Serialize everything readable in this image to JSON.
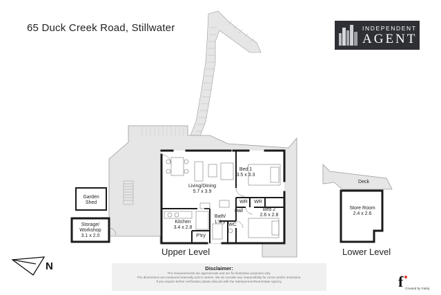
{
  "title": "65 Duck Creek Road, Stillwater",
  "logo": {
    "top_text": "INDEPENDENT",
    "bottom_text": "AGENT"
  },
  "levels": {
    "upper": "Upper Level",
    "lower": "Lower Level"
  },
  "rooms": {
    "living": {
      "name": "Living/Dining",
      "dims": "5.7 x 3.9"
    },
    "bed1": {
      "name": "Bed 1",
      "dims": "3.5 x 3.3"
    },
    "bed2": {
      "name": "Bed 2",
      "dims": "2.6 x 2.8"
    },
    "kitchen": {
      "name": "Kitchen",
      "dims": "3.4 x 2.8"
    },
    "hall": {
      "name": "Hall"
    },
    "wr1": {
      "name": "WR"
    },
    "wr2": {
      "name": "WR"
    },
    "wc": {
      "name": "WC"
    },
    "bath": {
      "name": "Bath/\nL'dry"
    },
    "ptry": {
      "name": "P'try"
    },
    "shed": {
      "name": "Garden\nShed"
    },
    "storage": {
      "name": "Storage/\nWorkshop",
      "dims": "3.1 x 2.0"
    },
    "deck": {
      "name": "Deck"
    },
    "store_room": {
      "name": "Store Room",
      "dims": "2.4 x 2.6"
    }
  },
  "compass": {
    "label": "N"
  },
  "disclaimer": {
    "title": "Disclaimer:",
    "line1": "The measurements are approximate and are for illustrative purposes only.",
    "line2": "The dimensions are measured internally and in metres. We do not take any responsibility for errors and/or omissions.",
    "line3": "If you require further verification please discuss with the Salesperson/Real Estate Agency."
  },
  "credit": {
    "mark": "f",
    "text": "Created by Fabrij"
  },
  "colors": {
    "wall": "#1a1a1a",
    "deck": "#e6e6e6",
    "deck_line": "#9a9a9a",
    "logo_bg": "#2f3035",
    "dot": "#e0342b"
  }
}
